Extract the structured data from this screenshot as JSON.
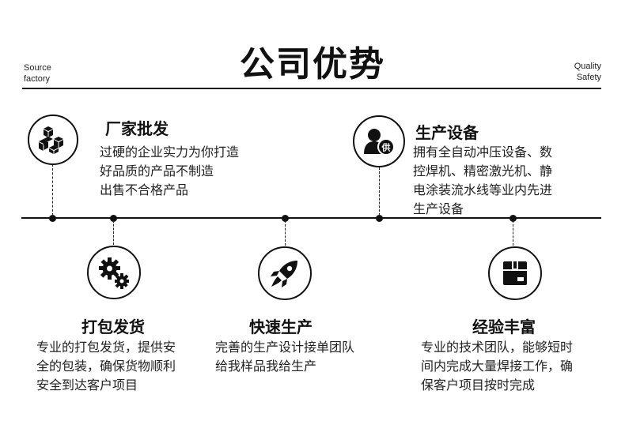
{
  "header": {
    "title": "公司优势",
    "left_lines": [
      "Source",
      "factory"
    ],
    "right_lines": [
      "Quality",
      "Safety"
    ]
  },
  "items": [
    {
      "title": "厂家批发",
      "icon": "boxes-icon",
      "lines": [
        "过硬的企业实力为你打造",
        "好品质的产品不制造",
        "出售不合格产品"
      ]
    },
    {
      "title": "生产设备",
      "icon": "supplier-icon",
      "icon_badge": "供",
      "lines": [
        "拥有全自动冲压设备、数",
        "控焊机、精密激光机、静",
        "电涂装流水线等业内先进",
        "生产设备"
      ]
    },
    {
      "title": "打包发货",
      "icon": "gears-icon",
      "lines": [
        "专业的打包发货，提供安",
        "全的包装，确保货物顺利",
        "安全到达客户项目"
      ]
    },
    {
      "title": "快速生产",
      "icon": "rocket-icon",
      "lines": [
        "完善的生产设计接单团队",
        "给我样品我给生产"
      ]
    },
    {
      "title": "经验丰富",
      "icon": "box-icon",
      "lines": [
        "专业的技术团队，能够短时",
        "间内完成大量焊接工作，确",
        "保客户项目按时完成"
      ]
    }
  ]
}
